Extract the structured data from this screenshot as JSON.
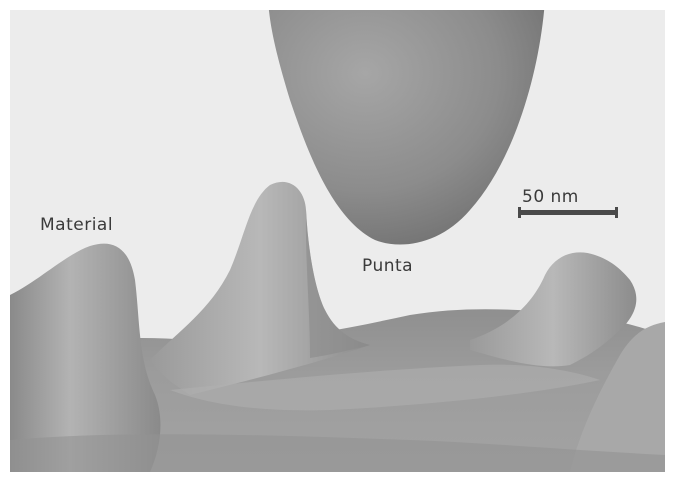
{
  "labels": {
    "material": "Material",
    "tip": "Punta",
    "scale": "50 nm"
  },
  "colors": {
    "background": "#ececec",
    "tip": "#8a8a8a",
    "surface": "#9a9a9a"
  }
}
